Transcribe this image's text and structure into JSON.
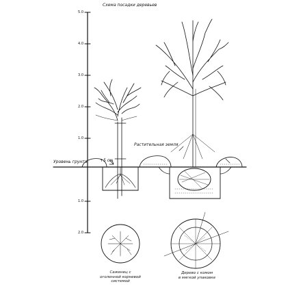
{
  "title": "Схема посадки деревьев",
  "scale_ticks": [
    "5.0",
    "4.0",
    "3.0",
    "2.0",
    "1.0",
    "1.0",
    "2.0"
  ],
  "labels": {
    "soil": "Растительная земля",
    "ground_level": "Уровень грунта",
    "offset": "+5 см"
  },
  "captions": {
    "bare_root": "Саженец с\nоголенной корневой\nсистемой",
    "root_ball": "Дерево с комом\nв мягкой упаковке"
  }
}
